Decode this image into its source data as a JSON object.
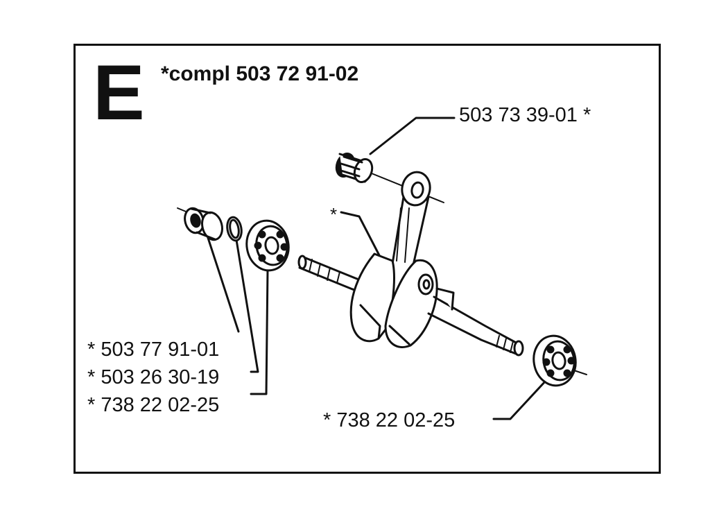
{
  "diagram": {
    "section_letter": "E",
    "compl_label": "*compl 503 72 91-02",
    "crankshaft_marker": "*",
    "parts": [
      {
        "label": "503 73 39-01 *",
        "icon": "needle-bearing-icon"
      },
      {
        "label": "* 503 77 91-01",
        "icon": "seal-icon"
      },
      {
        "label": "* 503 26 30-19",
        "icon": "circlip-icon"
      },
      {
        "label": "* 738 22 02-25",
        "icon": "ball-bearing-icon"
      },
      {
        "label": "* 738 22 02-25",
        "icon": "ball-bearing-icon"
      }
    ]
  },
  "colors": {
    "ink": "#111111",
    "background": "#ffffff"
  }
}
